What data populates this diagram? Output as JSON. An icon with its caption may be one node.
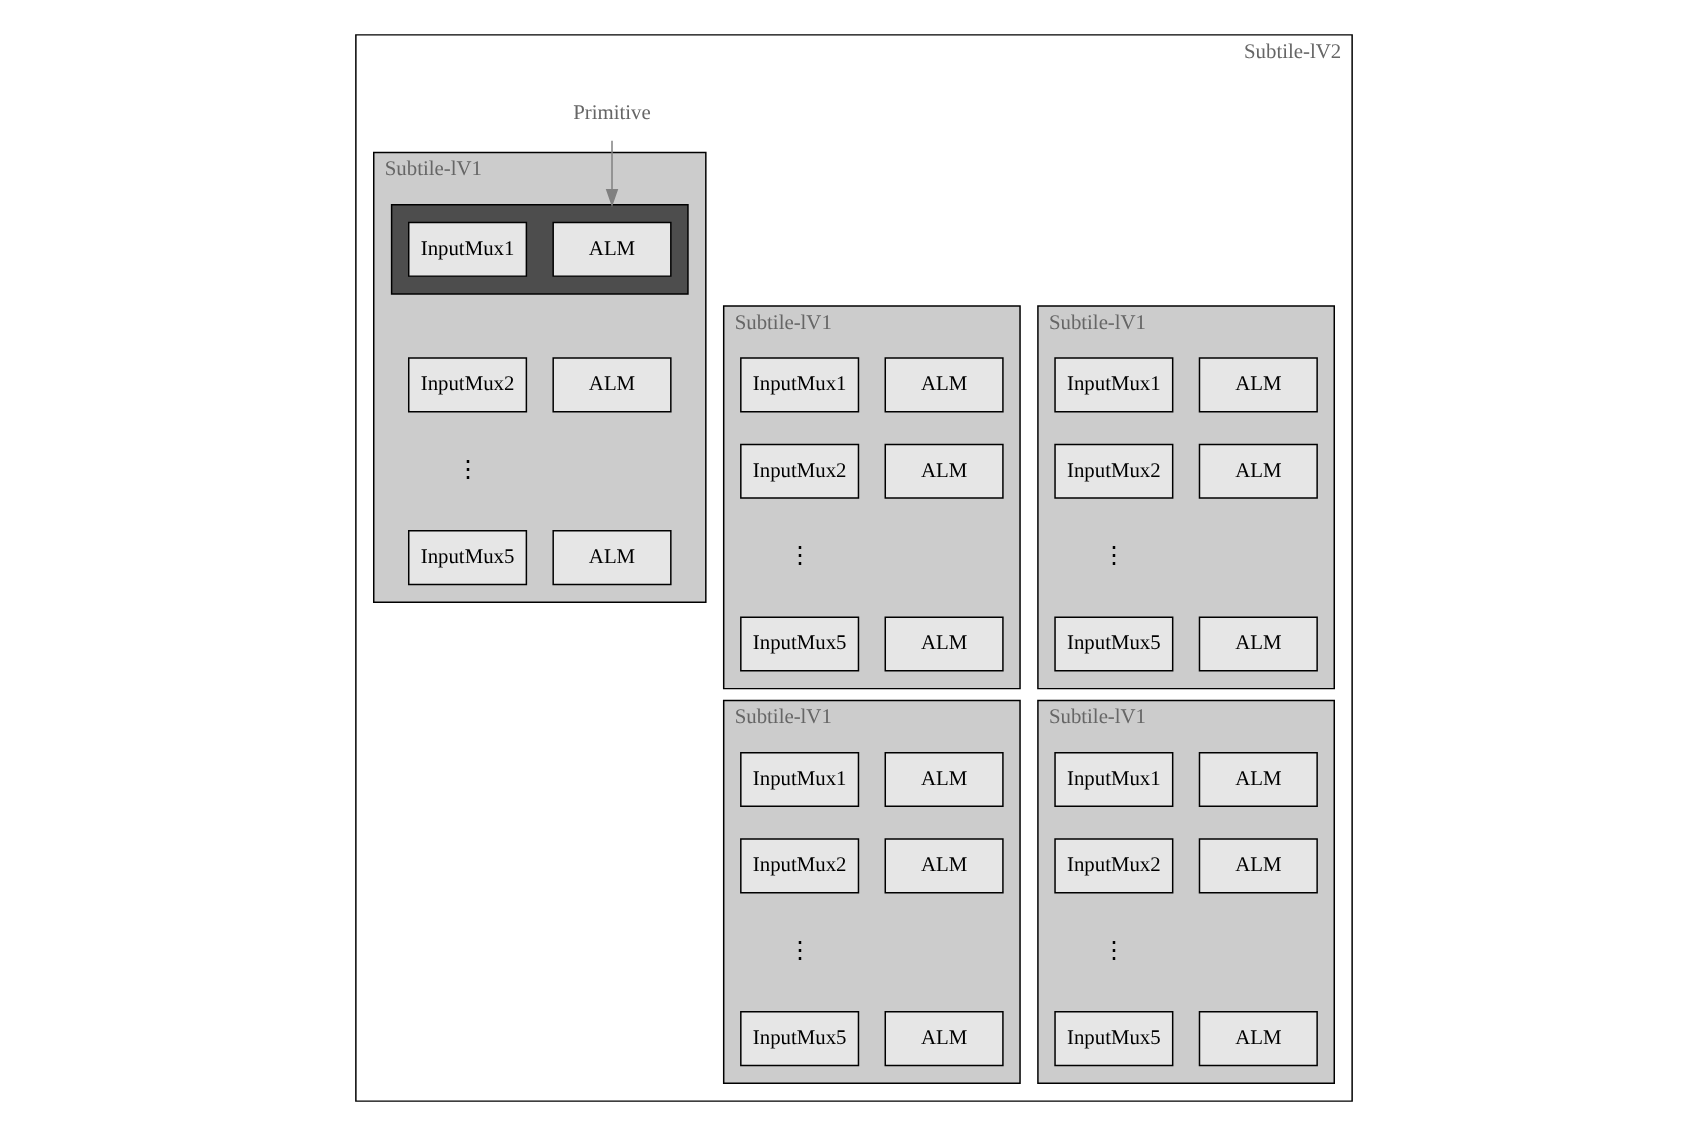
{
  "diagram": {
    "nodes": [
      {
        "text": [
          "Subtile-lV2"
        ]
      },
      {
        "text": [
          "Subtile-lV1"
        ],
        "in": 0
      },
      {
        "text": [
          "InputMux1"
        ],
        "in": 1
      },
      {
        "text": [
          "ALM"
        ],
        "in": 1
      },
      {
        "text": [
          "InputMux2"
        ],
        "in": 1
      },
      {
        "text": [
          "ALM"
        ],
        "in": 1
      },
      {
        "text": [
          "InputMux5"
        ],
        "in": 1
      },
      {
        "text": [
          "ALM"
        ],
        "in": 1
      },
      {
        "text": [
          "Subtile-lV1"
        ],
        "in": 0
      },
      {
        "text": [
          "InputMux1"
        ],
        "in": 8
      },
      {
        "text": [
          "ALM"
        ],
        "in": 8
      },
      {
        "text": [
          "InputMux2"
        ],
        "in": 8
      },
      {
        "text": [
          "ALM"
        ],
        "in": 8
      },
      {
        "text": [
          "InputMux5"
        ],
        "in": 8
      },
      {
        "text": [
          "ALM"
        ],
        "in": 8
      },
      {
        "text": [
          "Primitive"
        ],
        "in": 0
      },
      {
        "text": [
          "Subtile-lV1"
        ],
        "in": 0
      },
      {
        "text": [],
        "shape": "bar",
        "in": 16
      },
      {
        "text": [
          "InputMux1"
        ],
        "in": 17
      },
      {
        "text": [
          "ALM"
        ],
        "in": 17
      },
      {
        "text": [
          "InputMux2"
        ],
        "in": 16
      },
      {
        "text": [
          "ALM"
        ],
        "in": 16
      },
      {
        "text": [
          "InputMux5"
        ],
        "in": 16
      },
      {
        "text": [
          "ALM"
        ],
        "in": 16
      },
      {
        "text": [
          "Subtile-lV1"
        ],
        "in": 0
      },
      {
        "text": [
          "InputMux1"
        ],
        "in": 24
      },
      {
        "text": [
          "ALM"
        ],
        "in": 24
      },
      {
        "text": [
          "InputMux2"
        ],
        "in": 24
      },
      {
        "text": [
          "ALM"
        ],
        "in": 24
      },
      {
        "text": [
          "InputMux5"
        ],
        "in": 24
      },
      {
        "text": [
          "ALM"
        ],
        "in": 24
      },
      {
        "text": [
          "Subtile-lV1"
        ],
        "in": 0
      },
      {
        "text": [
          "InputMux1"
        ],
        "in": 31
      },
      {
        "text": [
          "ALM"
        ],
        "in": 31
      },
      {
        "text": [
          "InputMux2"
        ],
        "in": 31
      },
      {
        "text": [
          "ALM"
        ],
        "in": 31
      },
      {
        "text": [
          "InputMux5"
        ],
        "in": 31
      },
      {
        "text": [
          "ALM"
        ],
        "in": 31
      }
    ],
    "edges": [
      {
        "from": 15,
        "to": 17,
        "arrow": "to",
        "color": "#808080"
      }
    ],
    "labels": [
      "⋮",
      "⋮",
      "⋮",
      "⋮",
      "⋮"
    ]
  }
}
